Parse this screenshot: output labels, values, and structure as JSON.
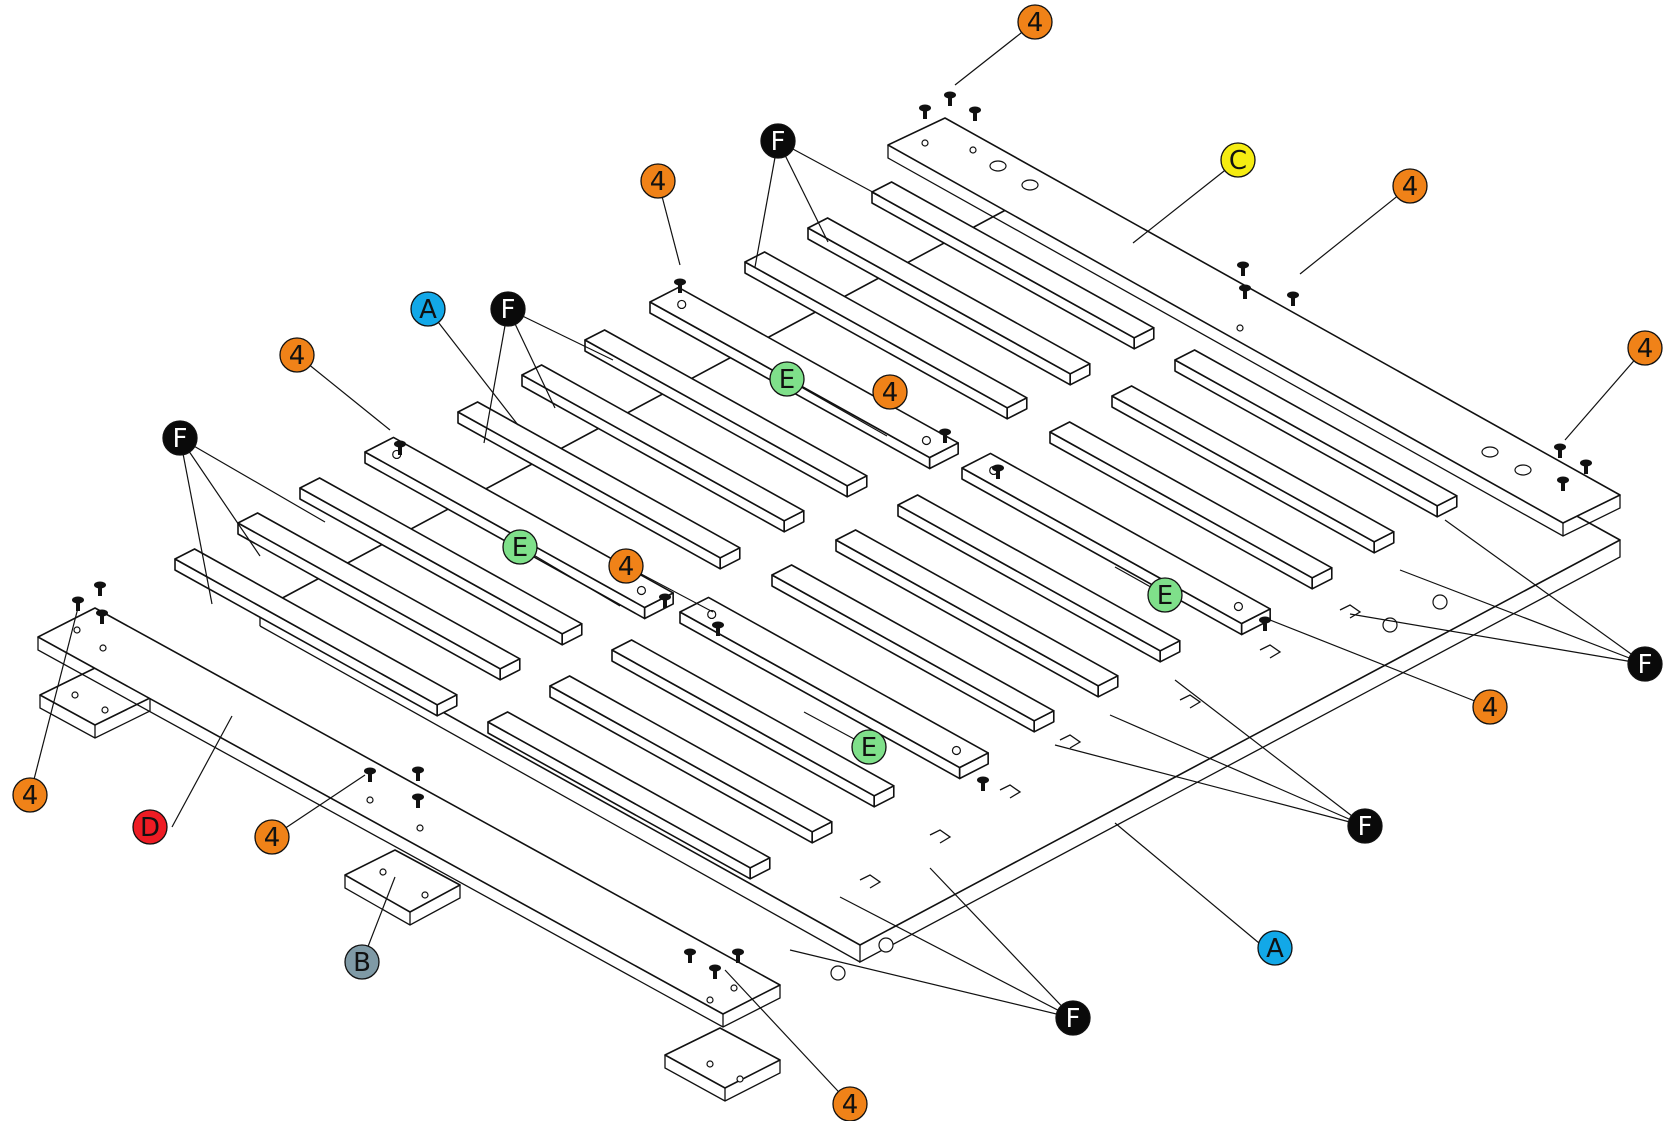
{
  "diagram": {
    "colors": {
      "orange": "#f08218",
      "black": "#0a0a0a",
      "yellow": "#f5ec12",
      "blue": "#12a8e8",
      "green": "#7fe08a",
      "red": "#ee1c24",
      "grey": "#7f9aa6"
    },
    "callouts": [
      {
        "label": "4",
        "color": "orange"
      },
      {
        "label": "F",
        "color": "black"
      },
      {
        "label": "C",
        "color": "yellow"
      },
      {
        "label": "4",
        "color": "orange"
      },
      {
        "label": "4",
        "color": "orange"
      },
      {
        "label": "A",
        "color": "blue"
      },
      {
        "label": "F",
        "color": "black"
      },
      {
        "label": "4",
        "color": "orange"
      },
      {
        "label": "E",
        "color": "green"
      },
      {
        "label": "4",
        "color": "orange"
      },
      {
        "label": "4",
        "color": "orange"
      },
      {
        "label": "F",
        "color": "black"
      },
      {
        "label": "E",
        "color": "green"
      },
      {
        "label": "4",
        "color": "orange"
      },
      {
        "label": "E",
        "color": "green"
      },
      {
        "label": "F",
        "color": "black"
      },
      {
        "label": "4",
        "color": "orange"
      },
      {
        "label": "E",
        "color": "green"
      },
      {
        "label": "4",
        "color": "orange"
      },
      {
        "label": "D",
        "color": "red"
      },
      {
        "label": "4",
        "color": "orange"
      },
      {
        "label": "F",
        "color": "black"
      },
      {
        "label": "A",
        "color": "blue"
      },
      {
        "label": "B",
        "color": "grey"
      },
      {
        "label": "F",
        "color": "black"
      },
      {
        "label": "4",
        "color": "orange"
      }
    ]
  }
}
